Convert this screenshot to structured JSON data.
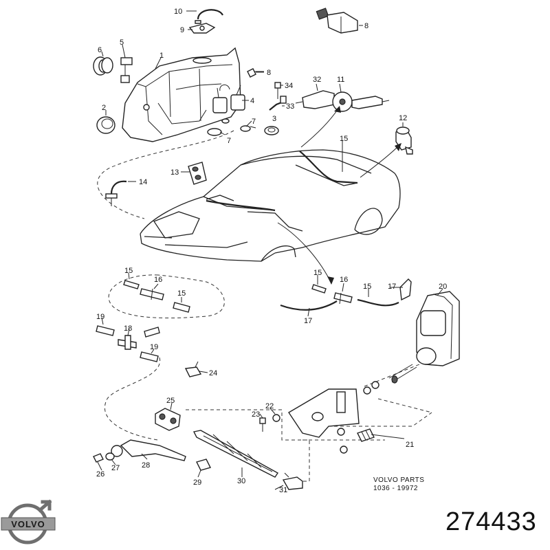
{
  "callouts": [
    {
      "n": "10"
    },
    {
      "n": "9"
    },
    {
      "n": "8"
    },
    {
      "n": "5"
    },
    {
      "n": "6"
    },
    {
      "n": "1"
    },
    {
      "n": "8"
    },
    {
      "n": "34"
    },
    {
      "n": "32"
    },
    {
      "n": "11"
    },
    {
      "n": "2"
    },
    {
      "n": "4"
    },
    {
      "n": "33"
    },
    {
      "n": "7"
    },
    {
      "n": "3"
    },
    {
      "n": "7"
    },
    {
      "n": "12"
    },
    {
      "n": "15"
    },
    {
      "n": "13"
    },
    {
      "n": "14"
    },
    {
      "n": "15"
    },
    {
      "n": "16"
    },
    {
      "n": "15"
    },
    {
      "n": "15"
    },
    {
      "n": "16"
    },
    {
      "n": "15"
    },
    {
      "n": "17"
    },
    {
      "n": "20"
    },
    {
      "n": "17"
    },
    {
      "n": "19"
    },
    {
      "n": "18"
    },
    {
      "n": "19"
    },
    {
      "n": "24"
    },
    {
      "n": "25"
    },
    {
      "n": "22"
    },
    {
      "n": "23"
    },
    {
      "n": "21"
    },
    {
      "n": "26"
    },
    {
      "n": "27"
    },
    {
      "n": "28"
    },
    {
      "n": "29"
    },
    {
      "n": "30"
    },
    {
      "n": "31"
    }
  ],
  "caption": {
    "line1": "VOLVO PARTS",
    "line2": "1036 - 19972"
  },
  "part_number": "274433",
  "logo": {
    "text": "VOLVO",
    "icon": "volvo-logo-icon",
    "ring_color": "#6f6f6f",
    "band_color": "#9a9a9a"
  }
}
